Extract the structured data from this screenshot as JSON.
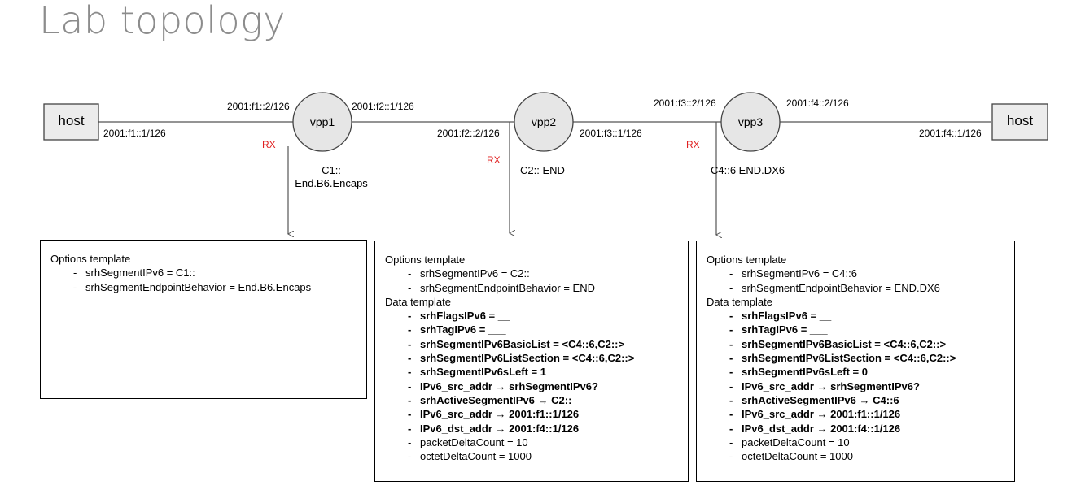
{
  "title": "Lab topology",
  "topology": {
    "hosts": [
      "host",
      "host"
    ],
    "nodes": [
      "vpp1",
      "vpp2",
      "vpp3"
    ],
    "addresses": {
      "host1": "2001:f1::1/126",
      "vpp1_left": "2001:f1::2/126",
      "vpp1_right": "2001:f2::1/126",
      "vpp2_left": "2001:f2::2/126",
      "vpp2_right": "2001:f3::1/126",
      "vpp3_left": "2001:f3::2/126",
      "vpp3_right": "2001:f4::2/126",
      "host2": "2001:f4::1/126"
    },
    "rx_label": "RX",
    "behaviors": {
      "vpp1_line1": "C1::",
      "vpp1_line2": "End.B6.Encaps",
      "vpp2": "C2:: END",
      "vpp3": "C4::6 END.DX6"
    },
    "colors": {
      "rx": "#e02020",
      "node_fill": "#e6e6e6",
      "title": "#8c8c8c"
    }
  },
  "panels": [
    {
      "options_header": "Options template",
      "options": [
        "srhSegmentIPv6 = C1::",
        "srhSegmentEndpointBehavior = End.B6.Encaps"
      ]
    },
    {
      "options_header": "Options template",
      "options": [
        "srhSegmentIPv6 = C2::",
        "srhSegmentEndpointBehavior = END"
      ],
      "data_header": "Data template",
      "data": [
        {
          "text": "srhFlagsIPv6 = __",
          "bold": true
        },
        {
          "text": "srhTagIPv6 = ___",
          "bold": true
        },
        {
          "text": "srhSegmentIPv6BasicList = <C4::6,C2::>",
          "bold": true
        },
        {
          "text": "srhSegmentIPv6ListSection = <C4::6,C2::>",
          "bold": true
        },
        {
          "text": "srhSegmentIPv6sLeft = 1",
          "bold": true
        },
        {
          "text": "IPv6_src_addr → srhSegmentIPv6?",
          "bold": true
        },
        {
          "text": "srhActiveSegmentIPv6 → C2::",
          "bold": true
        },
        {
          "text": "IPv6_src_addr → 2001:f1::1/126",
          "bold": true
        },
        {
          "text": "IPv6_dst_addr → 2001:f4::1/126",
          "bold": true
        },
        {
          "text": "packetDeltaCount = 10",
          "bold": false
        },
        {
          "text": "octetDeltaCount = 1000",
          "bold": false
        }
      ]
    },
    {
      "options_header": "Options template",
      "options": [
        "srhSegmentIPv6 = C4::6",
        "srhSegmentEndpointBehavior = END.DX6"
      ],
      "data_header": "Data template",
      "data": [
        {
          "text": "srhFlagsIPv6 = __",
          "bold": true
        },
        {
          "text": "srhTagIPv6 = ___",
          "bold": true
        },
        {
          "text": "srhSegmentIPv6BasicList = <C4::6,C2::>",
          "bold": true
        },
        {
          "text": "srhSegmentIPv6ListSection = <C4::6,C2::>",
          "bold": true
        },
        {
          "text": "srhSegmentIPv6sLeft = 0",
          "bold": true
        },
        {
          "text": "IPv6_src_addr → srhSegmentIPv6?",
          "bold": true
        },
        {
          "text": "srhActiveSegmentIPv6 → C4::6",
          "bold": true
        },
        {
          "text": "IPv6_src_addr → 2001:f1::1/126",
          "bold": true
        },
        {
          "text": "IPv6_dst_addr → 2001:f4::1/126",
          "bold": true
        },
        {
          "text": "packetDeltaCount = 10",
          "bold": false
        },
        {
          "text": "octetDeltaCount = 1000",
          "bold": false
        }
      ]
    }
  ]
}
